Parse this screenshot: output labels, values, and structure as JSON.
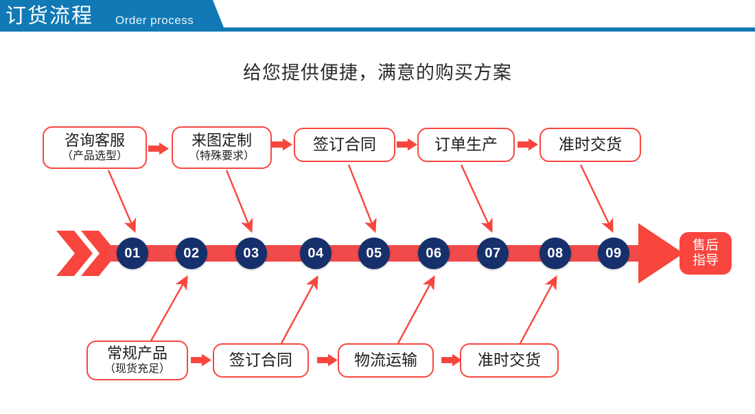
{
  "header": {
    "title_cn": "订货流程",
    "title_en": "Order process",
    "band_color": "#1179b5"
  },
  "subtitle": "给您提供便捷，满意的购买方案",
  "colors": {
    "red": "#f8463f",
    "navy": "#15306b",
    "bar_red": "#f04a4a",
    "blue": "#1179b5"
  },
  "top_steps": [
    {
      "line1": "咨询客服",
      "line2": "（产品选型）"
    },
    {
      "line1": "来图定制",
      "line2": "（特殊要求）"
    },
    {
      "line1": "签订合同",
      "line2": ""
    },
    {
      "line1": "订单生产",
      "line2": ""
    },
    {
      "line1": "准时交货",
      "line2": ""
    }
  ],
  "bottom_steps": [
    {
      "line1": "常规产品",
      "line2": "（现货充足）"
    },
    {
      "line1": "签订合同",
      "line2": ""
    },
    {
      "line1": "物流运输",
      "line2": ""
    },
    {
      "line1": "准时交货",
      "line2": ""
    }
  ],
  "timeline_nodes": [
    {
      "number": "01"
    },
    {
      "number": "02"
    },
    {
      "number": "03"
    },
    {
      "number": "04"
    },
    {
      "number": "05"
    },
    {
      "number": "06"
    },
    {
      "number": "07"
    },
    {
      "number": "08"
    },
    {
      "number": "09"
    }
  ],
  "after_sales": {
    "line1": "售后",
    "line2": "指导"
  }
}
